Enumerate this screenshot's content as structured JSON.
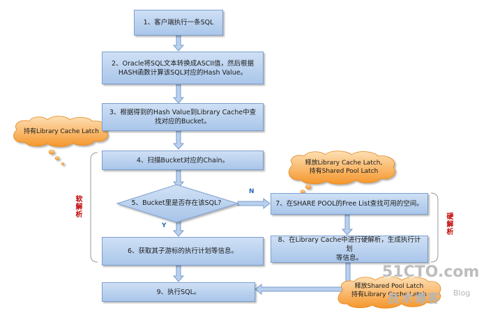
{
  "steps": {
    "s1": "1、客户端执行一条SQL",
    "s2_line1": "2、Oracle将SQL文本转换成ASCII值，然后根据",
    "s2_line2": "HASH函数计算该SQL对应的Hash Value。",
    "s3_line1": "3、根据得到的Hash Value到Library Cache中查",
    "s3_line2": "找对应的Bucket。",
    "s4": "4、扫描Bucket对应的Chain。",
    "s5": "5、Bucket里是否存在该SQL?",
    "s6": "6、获取其子游标的执行计划等信息。",
    "s7": "7、在SHARE POOL的Free List查找可用的空间。",
    "s8_line1": "8、在Library Cache中进行硬解析，生成执行计划",
    "s8_line2": "等信息。",
    "s9": "9、执行SQL。"
  },
  "branches": {
    "no": "N",
    "yes": "Y"
  },
  "callouts": {
    "hold_library": "持有Library Cache Latch",
    "release_line1": "释放Library Cache Latch,",
    "release_line2": "持有Shared Pool Latch",
    "release2_line1": "释放Shared Pool Latch",
    "release2_line2": "持有Library Cache Latch"
  },
  "side_labels": {
    "soft": "软解析",
    "hard": "硬解析"
  },
  "watermark": {
    "site": "51CTO.com",
    "sub": "技术博客",
    "blog": "Blog"
  },
  "colors": {
    "box_fill": "#b9d1ee",
    "box_border": "#7d9fcf",
    "arrow": "#7a9ccb",
    "cloud": "#f7a23d",
    "label": "#c00000"
  }
}
